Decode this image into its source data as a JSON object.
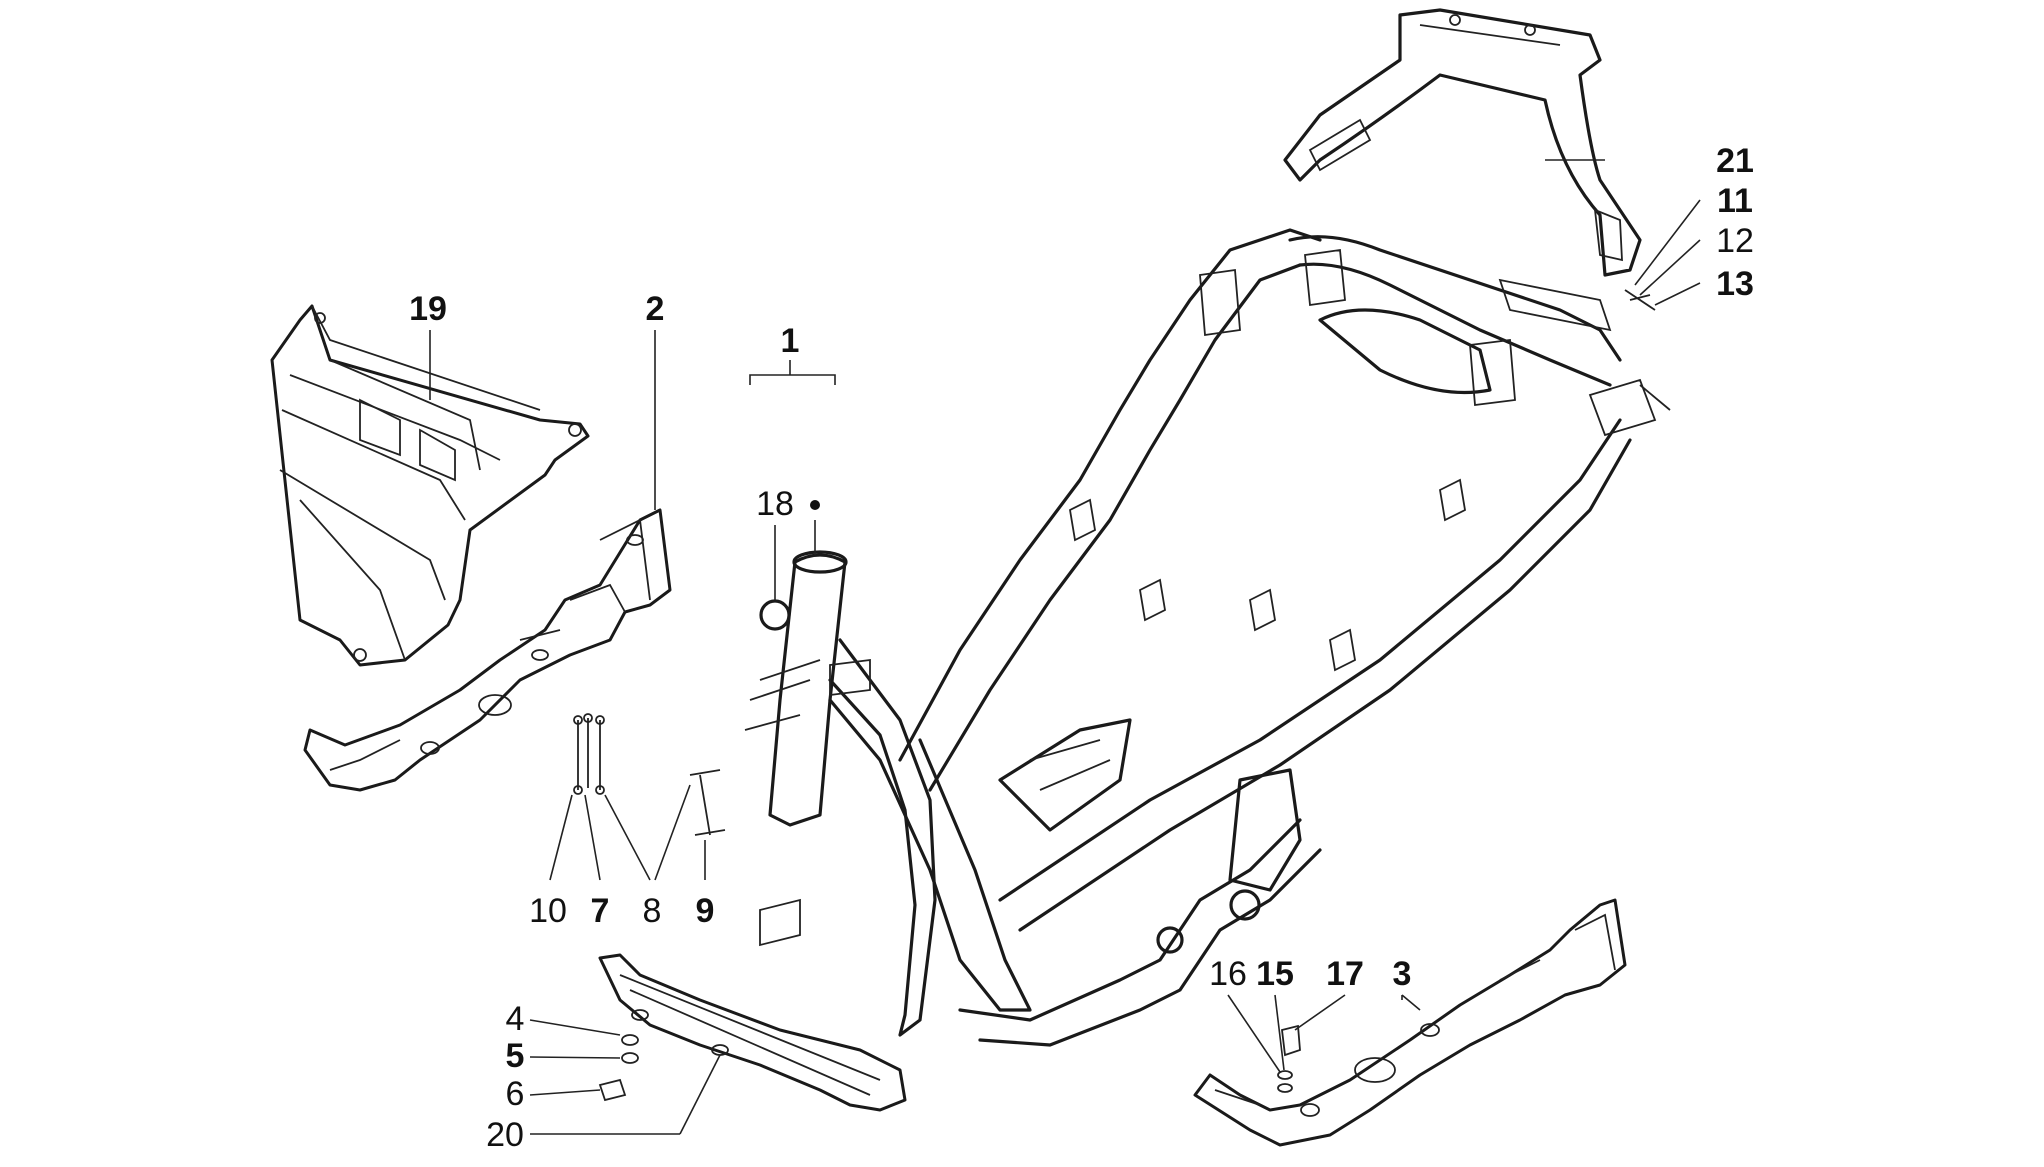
{
  "callouts": [
    {
      "id": "1",
      "text": "1",
      "bold": true
    },
    {
      "id": "2",
      "text": "2",
      "bold": true
    },
    {
      "id": "3",
      "text": "3",
      "bold": true
    },
    {
      "id": "4",
      "text": "4",
      "bold": false
    },
    {
      "id": "5",
      "text": "5",
      "bold": true
    },
    {
      "id": "6",
      "text": "6",
      "bold": false
    },
    {
      "id": "7",
      "text": "7",
      "bold": true
    },
    {
      "id": "8",
      "text": "8",
      "bold": false
    },
    {
      "id": "9",
      "text": "9",
      "bold": true
    },
    {
      "id": "10",
      "text": "10",
      "bold": false
    },
    {
      "id": "11",
      "text": "11",
      "bold": true
    },
    {
      "id": "12",
      "text": "12",
      "bold": false
    },
    {
      "id": "13",
      "text": "13",
      "bold": true
    },
    {
      "id": "15",
      "text": "15",
      "bold": true
    },
    {
      "id": "16",
      "text": "16",
      "bold": false
    },
    {
      "id": "17",
      "text": "17",
      "bold": true
    },
    {
      "id": "18",
      "text": "18",
      "bold": false
    },
    {
      "id": "19",
      "text": "19",
      "bold": true
    },
    {
      "id": "20",
      "text": "20",
      "bold": false
    },
    {
      "id": "21",
      "text": "21",
      "bold": true
    }
  ],
  "icons": {
    "bullet": "filled-dot-icon"
  }
}
